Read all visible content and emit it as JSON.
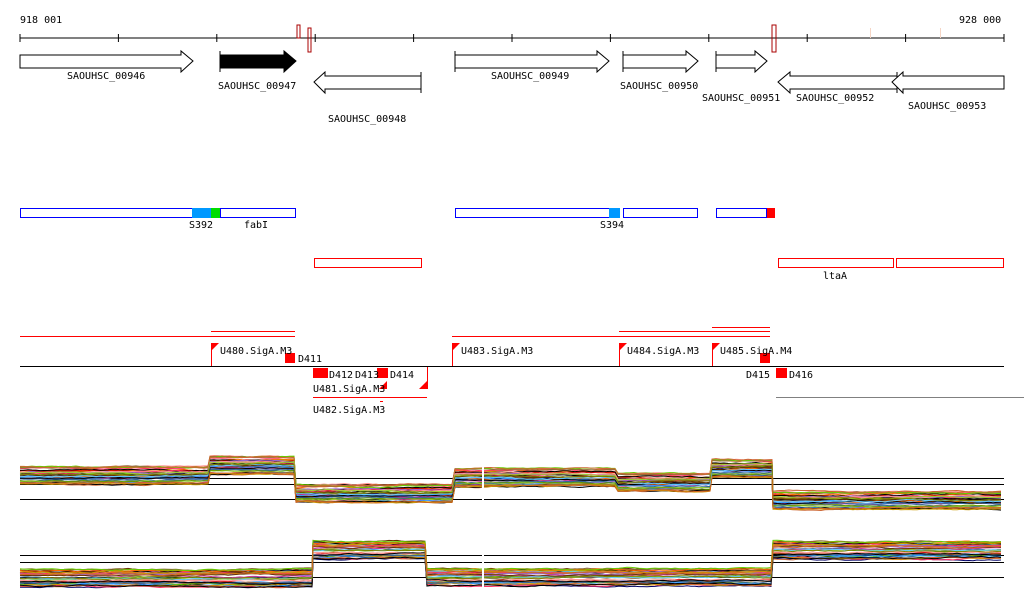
{
  "ruler": {
    "start_label": "918 001",
    "end_label": "928 000"
  },
  "genes": [
    {
      "name": "SAOUHSC_00946"
    },
    {
      "name": "SAOUHSC_00947"
    },
    {
      "name": "SAOUHSC_00948"
    },
    {
      "name": "SAOUHSC_00949"
    },
    {
      "name": "SAOUHSC_00950"
    },
    {
      "name": "SAOUHSC_00951"
    },
    {
      "name": "SAOUHSC_00952"
    },
    {
      "name": "SAOUHSC_00953"
    }
  ],
  "features": {
    "s392": "S392",
    "fabI": "fabI",
    "s394": "S394",
    "ltaA": "ltaA"
  },
  "promoters": {
    "u480": "U480.SigA.M3",
    "u481": "U481.SigA.M3",
    "u482": "U482.SigA.M3",
    "u483": "U483.SigA.M3",
    "u484": "U484.SigA.M3",
    "u485": "U485.SigA.M4"
  },
  "terminators": {
    "d411": "D411",
    "d412": "D412",
    "d413": "D413",
    "d414": "D414",
    "d415": "D415",
    "d416": "D416"
  },
  "colors": {
    "feature_blue": "#0099ff",
    "feature_green": "#00dd00",
    "red": "#ff0000",
    "dark_red": "#aa0000"
  }
}
